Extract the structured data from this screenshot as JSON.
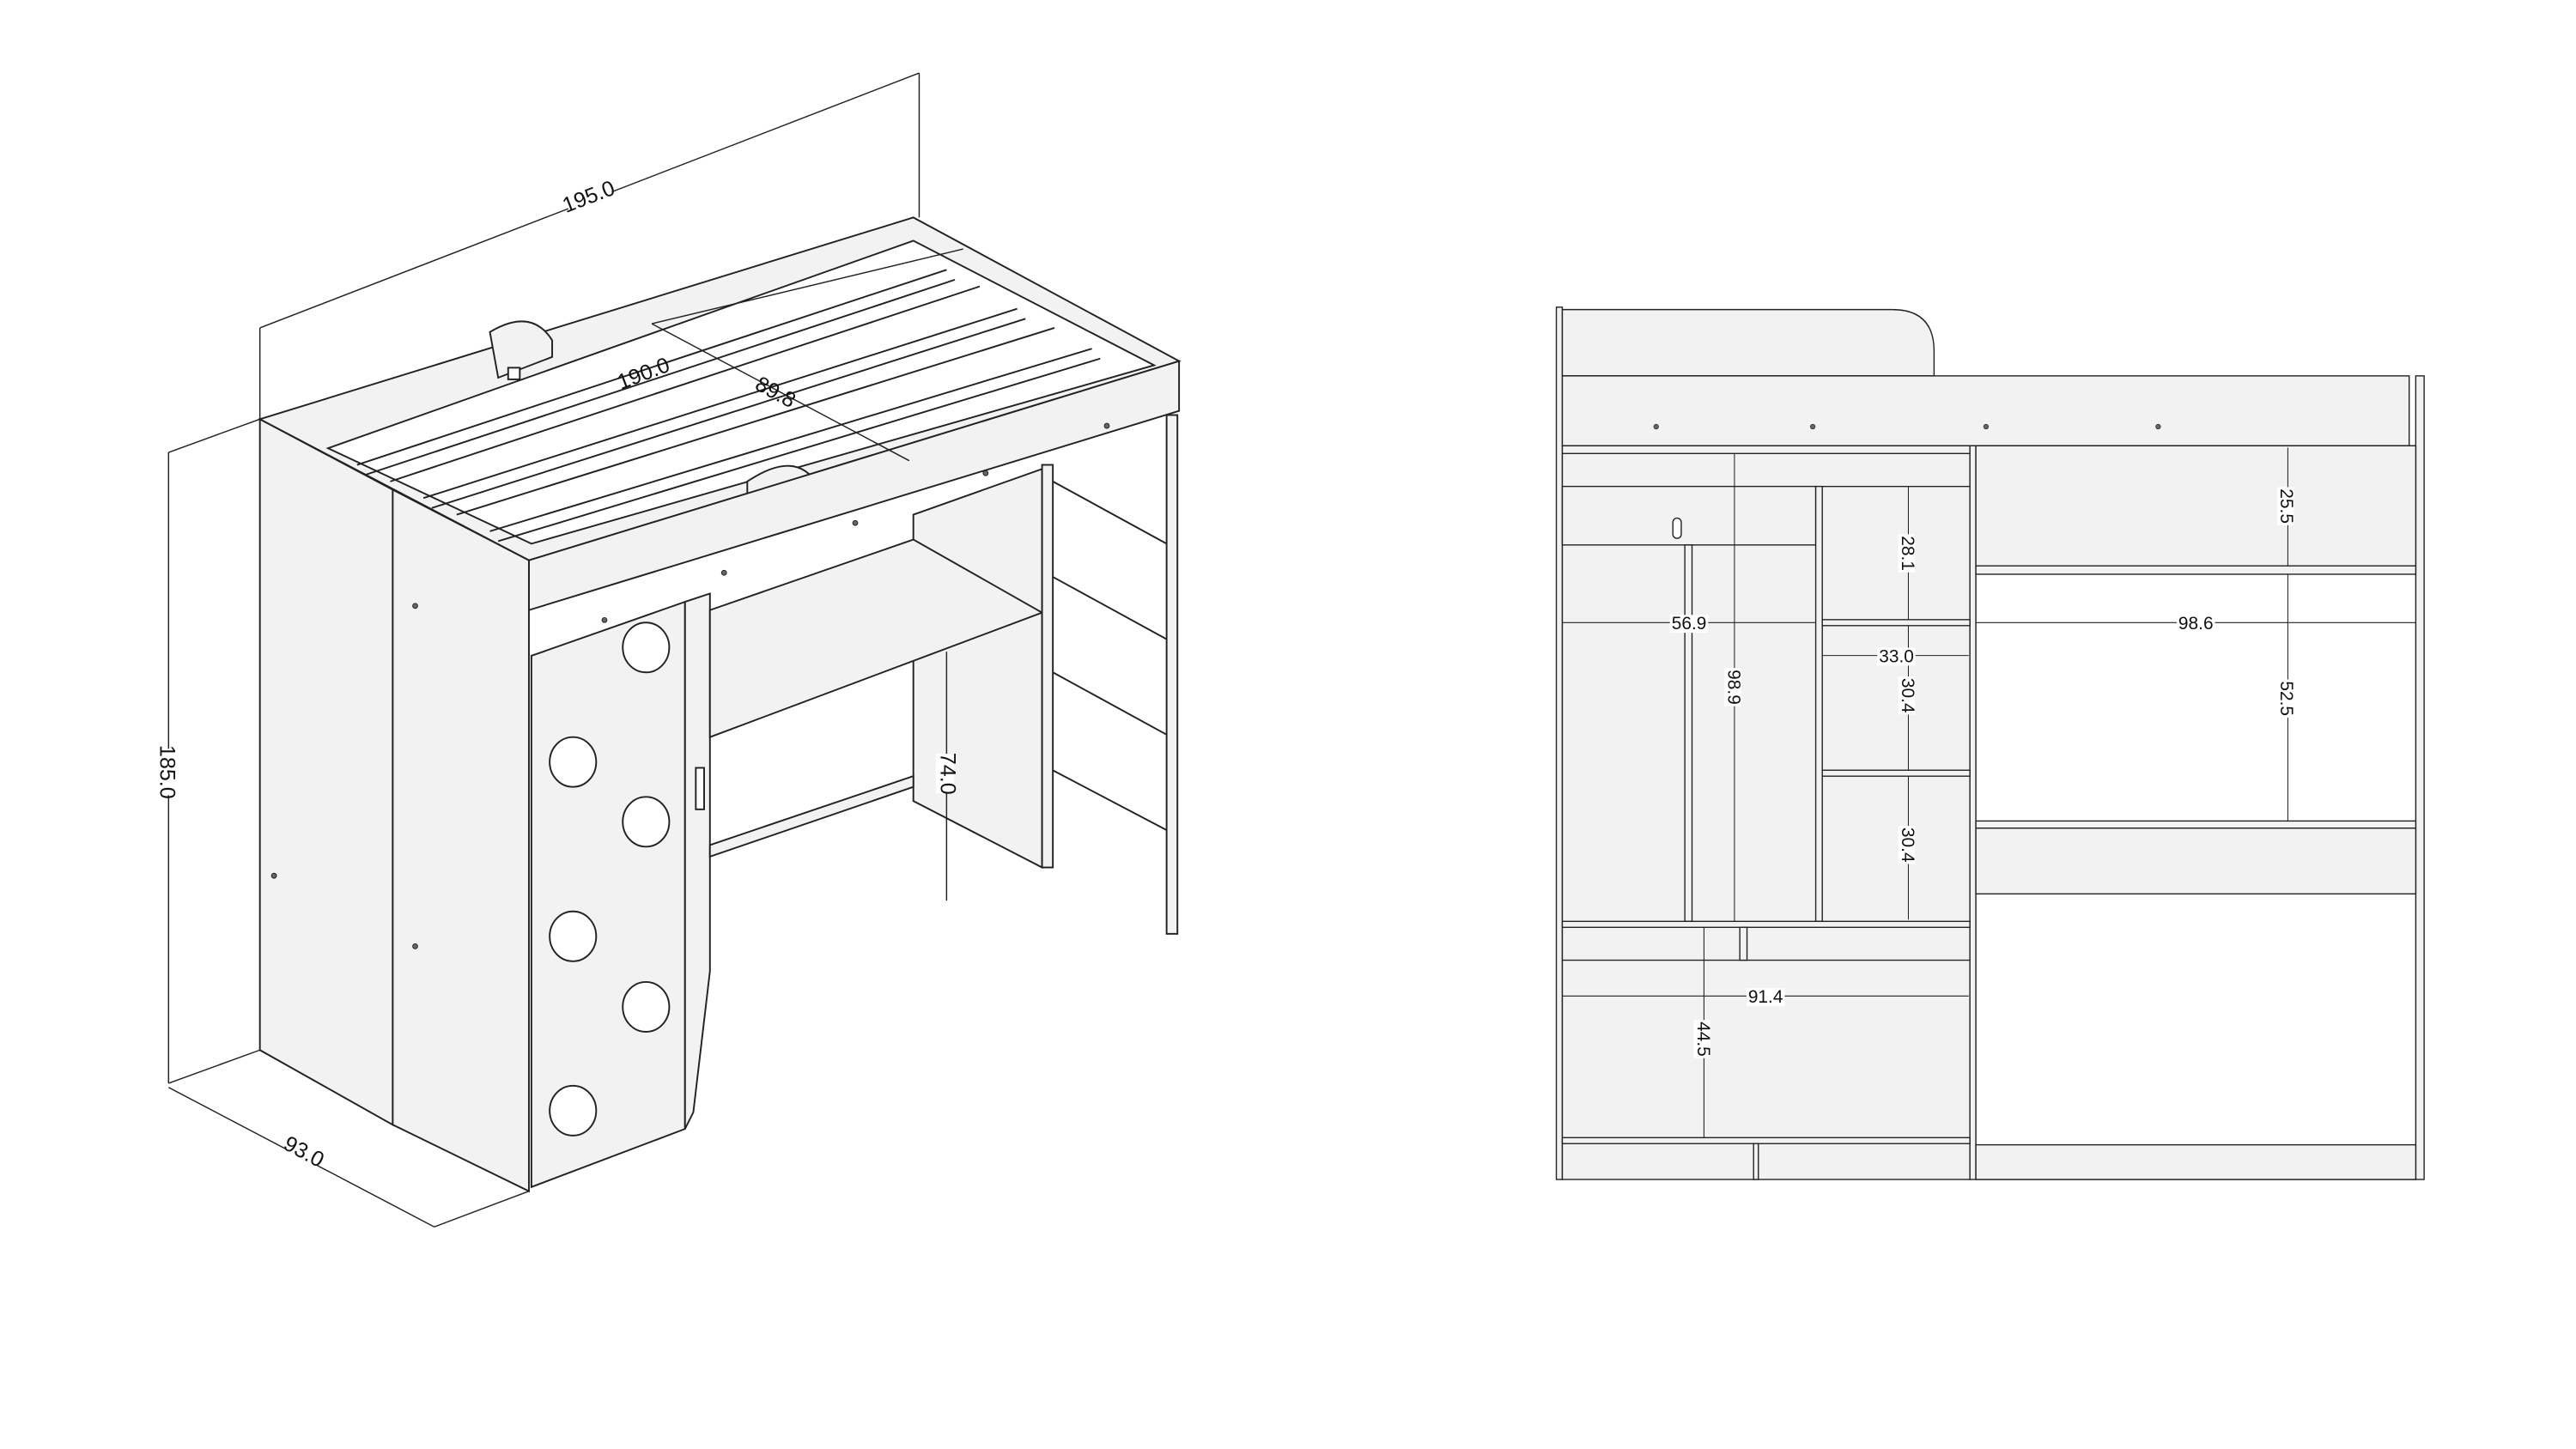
{
  "isometric_view": {
    "dimensions": {
      "overall_length": "195.0",
      "overall_height": "185.0",
      "overall_depth": "93.0",
      "mattress_length": "190.0",
      "mattress_width": "89.8",
      "desk_height": "74.0"
    }
  },
  "front_view": {
    "dimensions": {
      "top_right_compartment_height": "25.5",
      "desk_opening_height": "52.5",
      "desk_width": "98.6",
      "wardrobe_width": "56.9",
      "wardrobe_height": "98.9",
      "upper_shelf_height": "28.1",
      "shelf_width": "33.0",
      "middle_shelf_height": "30.4",
      "lower_shelf_height": "30.4",
      "cabinet_width": "91.4",
      "bottom_compartment_height": "44.5"
    }
  }
}
